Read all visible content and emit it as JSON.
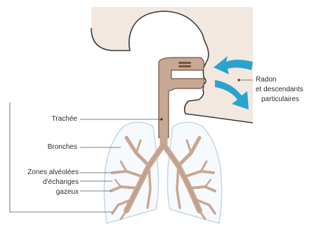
{
  "labels": {
    "trachea": "Trachée",
    "bronchi": "Bronches",
    "alveoli_line1": "Zones alvéolées",
    "alveoli_line2": "d'échanges",
    "alveoli_line3": "gazeux",
    "radon_line1": "Radon",
    "radon_line2": "et descendants",
    "radon_line3": "particulaires"
  },
  "colors": {
    "silhouette": "#f2e8e0",
    "silhouette_outline": "#3a3a3a",
    "airway": "#c8a793",
    "airway_outline": "#6e5647",
    "lung_outline": "#c9d8e6",
    "arrow": "#2aa3cf",
    "leader_line": "#555555"
  }
}
